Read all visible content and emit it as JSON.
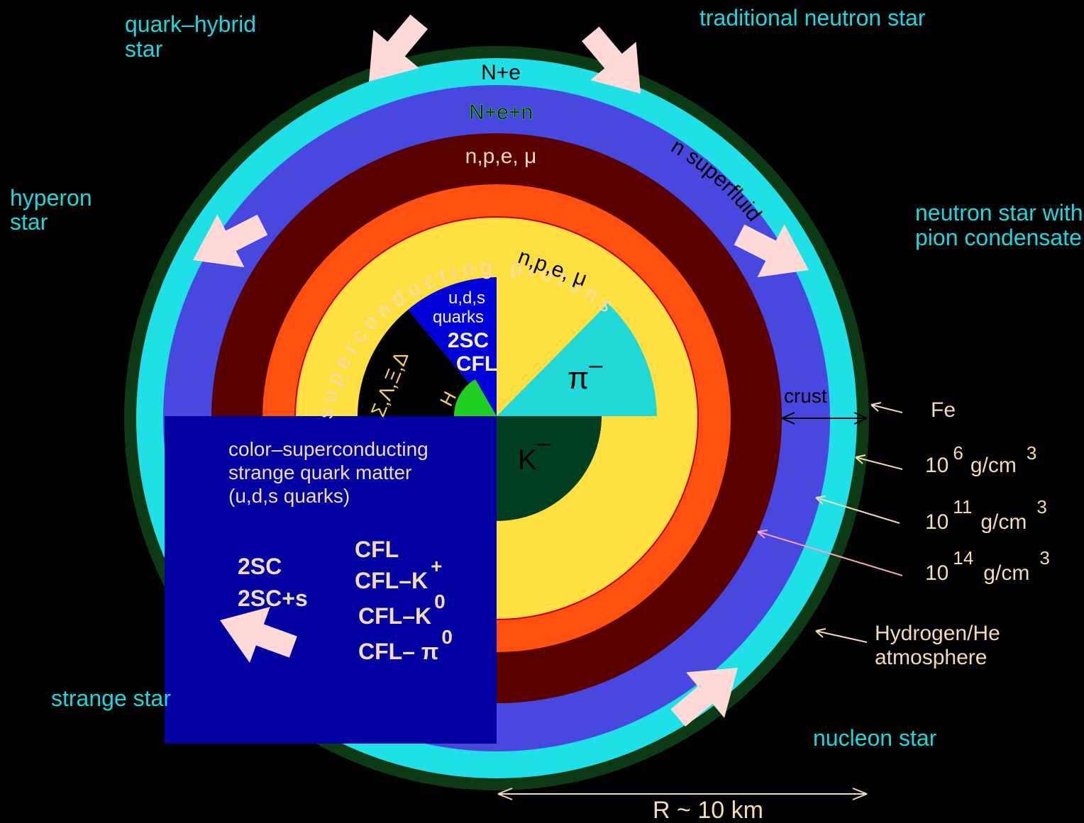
{
  "star_types": {
    "quark_hybrid_1": "quark–hybrid",
    "quark_hybrid_2": "star",
    "traditional_neutron": "traditional neutron star",
    "hyperon_1": "hyperon",
    "hyperon_2": "star",
    "pion_1": "neutron star with",
    "pion_2": "pion condensate",
    "strange": "strange star",
    "nucleon": "nucleon star"
  },
  "layers": {
    "outer": "N+e",
    "inner_crust": "N+e+n",
    "n_superfluid": "n superfluid",
    "outer_core": "n,p,e, μ",
    "superconducting": "superconducting protons",
    "inner_core": "n,p,e, μ"
  },
  "core": {
    "quarks_1": "u,d,s",
    "quarks_2": "quarks",
    "quarks_3": "2SC",
    "quarks_4": "CFL",
    "hyperons": "Σ,Λ,Ξ,Δ",
    "h": "H",
    "pion": "π",
    "pion_sup": "–",
    "kaon": "K",
    "kaon_sup": "–"
  },
  "quadrant": {
    "line1": "color–superconducting",
    "line2": "strange quark matter",
    "line3": "(u,d,s quarks)",
    "left_1": "2SC",
    "left_2": "2SC+s",
    "r1": "CFL",
    "r2": "CFL–K",
    "r2_sup": "+",
    "r3": "CFL–K",
    "r3_sup": "0",
    "r4": "CFL– π",
    "r4_sup": "0"
  },
  "annotations": {
    "crust": "crust",
    "fe": "Fe",
    "d6_base": "10",
    "d6_exp": "6",
    "d6_unit": "g/cm",
    "d6_unit_exp": "3",
    "d11_base": "10",
    "d11_exp": "11",
    "d11_unit": "g/cm",
    "d11_unit_exp": "3",
    "d14_base": "10",
    "d14_exp": "14",
    "d14_unit": "g/cm",
    "d14_unit_exp": "3",
    "atm_1": "Hydrogen/He",
    "atm_2": "atmosphere",
    "radius": "R ~ 10 km"
  },
  "colors": {
    "outer_shell": "#0b3a14",
    "cyan": "#1ee0e6",
    "blue": "#4848e0",
    "maroon": "#5a0000",
    "orange": "#ff5010",
    "yellow": "#ffe040",
    "quark_quadrant": "#0000a0",
    "kaon": "#004020",
    "pion": "#20d8d8",
    "h_core": "#20d020",
    "arrow": "#ffd8d8"
  }
}
